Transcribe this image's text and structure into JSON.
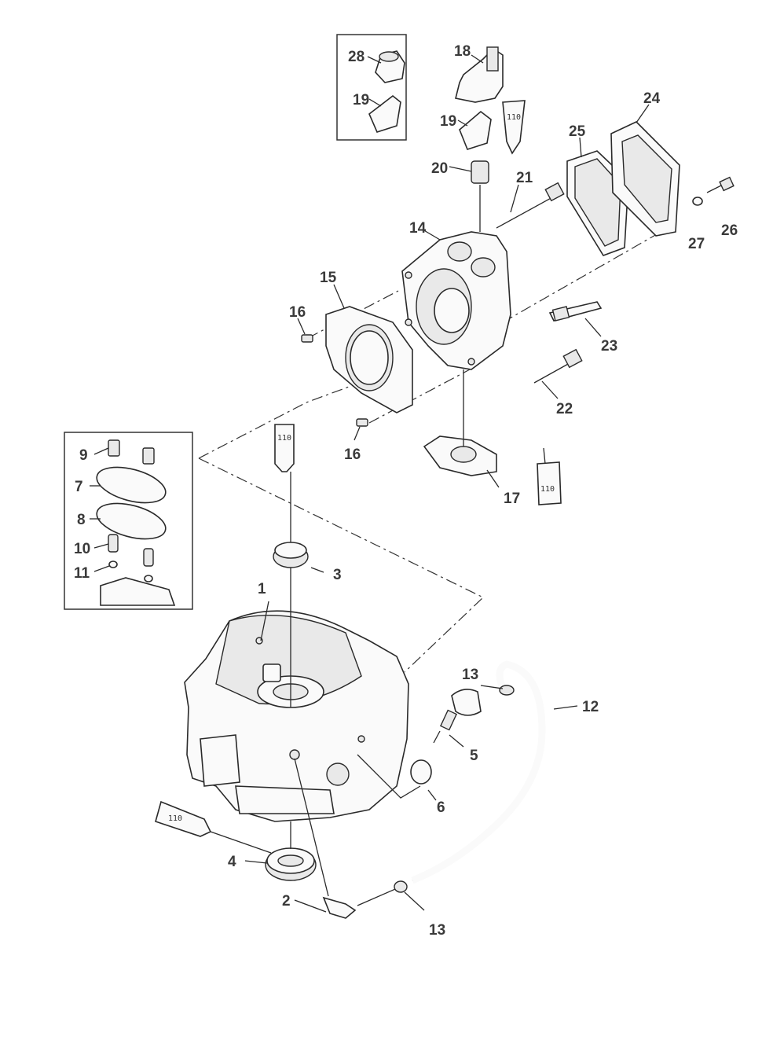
{
  "labels": {
    "p1": "1",
    "p2": "2",
    "p3": "3",
    "p4": "4",
    "p5": "5",
    "p6": "6",
    "p7": "7",
    "p8": "8",
    "p9": "9",
    "p10": "10",
    "p11": "11",
    "p12": "12",
    "p13a": "13",
    "p13b": "13",
    "p14": "14",
    "p15": "15",
    "p16a": "16",
    "p16b": "16",
    "p17": "17",
    "p18": "18",
    "p19a": "19",
    "p19b": "19",
    "p20": "20",
    "p21": "21",
    "p22": "22",
    "p23": "23",
    "p24": "24",
    "p25": "25",
    "p26": "26",
    "p27": "27",
    "p28": "28"
  },
  "sealant_tube_text": "110"
}
